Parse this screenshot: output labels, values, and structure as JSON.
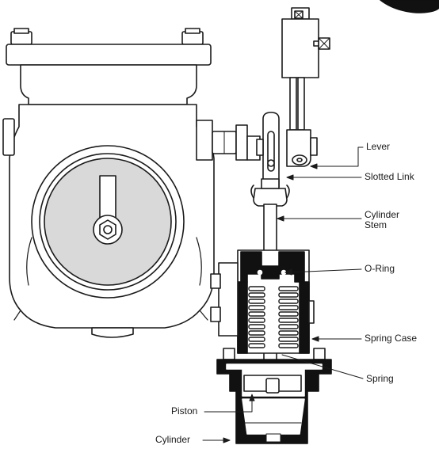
{
  "labels": {
    "lever": "Lever",
    "slotted_link": "Slotted Link",
    "cylinder_stem": "Cylinder\nStem",
    "o_ring": "O-Ring",
    "spring_case": "Spring Case",
    "spring": "Spring",
    "piston": "Piston",
    "cylinder": "Cylinder"
  },
  "colors": {
    "outline": "#1a1a1a",
    "sight_glass": "#d9d9d9",
    "body_fill": "#ffffff",
    "dark_part": "#111111"
  }
}
